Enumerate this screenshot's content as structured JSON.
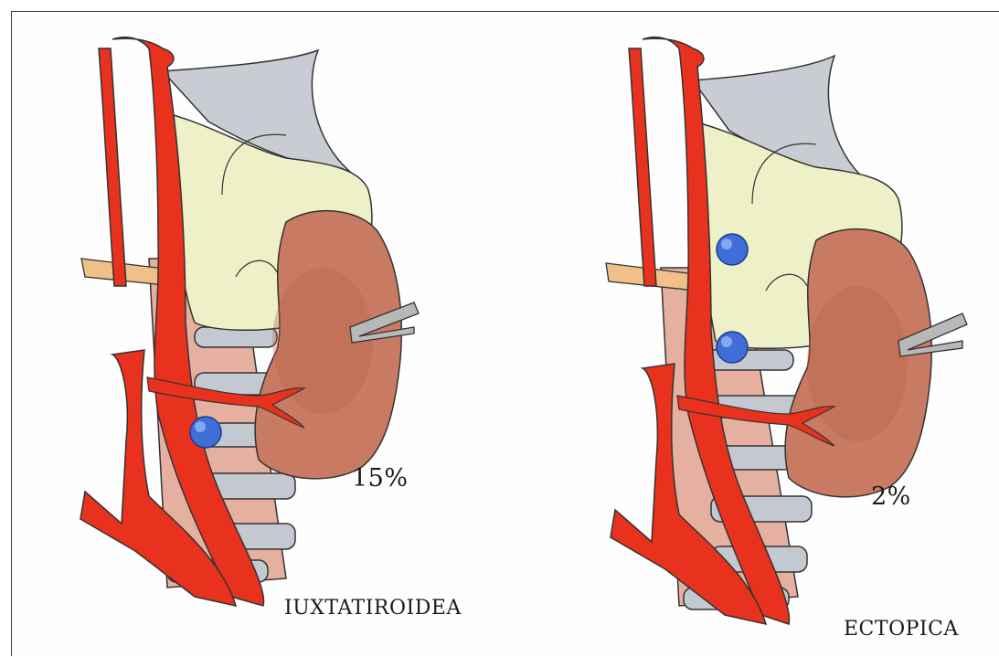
{
  "figure": {
    "panels": [
      {
        "percentage": "15%",
        "caption": "IUXTATIROIDEA"
      },
      {
        "percentage": "2%",
        "caption": "ECTOPICA"
      }
    ]
  },
  "colors": {
    "artery": "#e8321e",
    "artery_dark": "#b81e10",
    "thyroid": "#c8735c",
    "thyroid_dark": "#9a4a38",
    "cartilage": "#eef0c8",
    "hyoid_gray": "#c9ccd2",
    "trachea_ring": "#c0c4cc",
    "trachea_pink": "#e0a898",
    "nerve": "#f0c088",
    "parathyroid_blue": "#3f6ed6",
    "forceps": "#b8b8b8"
  }
}
